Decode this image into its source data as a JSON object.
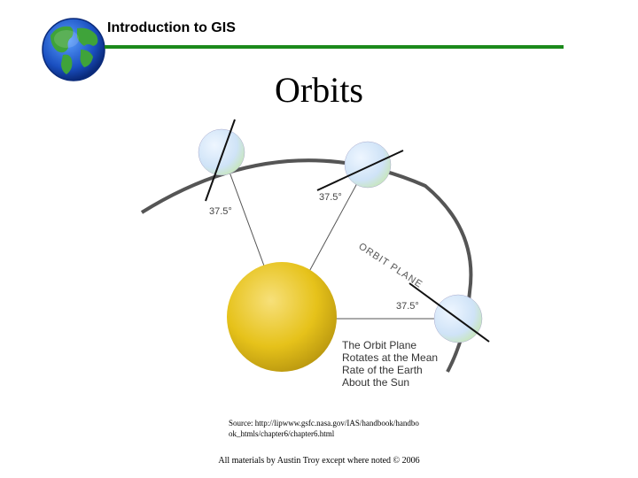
{
  "header": {
    "title": "Introduction to GIS",
    "accent_color": "#1b8a1b"
  },
  "slide": {
    "title": "Orbits"
  },
  "diagram": {
    "angle_labels": [
      "37.5°",
      "37.5°",
      "37.5°"
    ],
    "orbit_plane_label": "ORBIT PLANE",
    "caption_lines": [
      "The Orbit Plane",
      "Rotates at the Mean",
      "Rate of the Earth",
      "About the Sun"
    ],
    "sun_color": "#e6c21a",
    "earth_color": "#cfe3f7"
  },
  "source": {
    "line1": "Source: http://lipwww.gsfc.nasa.gov/IAS/handbook/handbo",
    "line2": "ok_htmls/chapter6/chapter6.html"
  },
  "footer": {
    "text": "All materials by Austin Troy except where noted © 2006"
  }
}
